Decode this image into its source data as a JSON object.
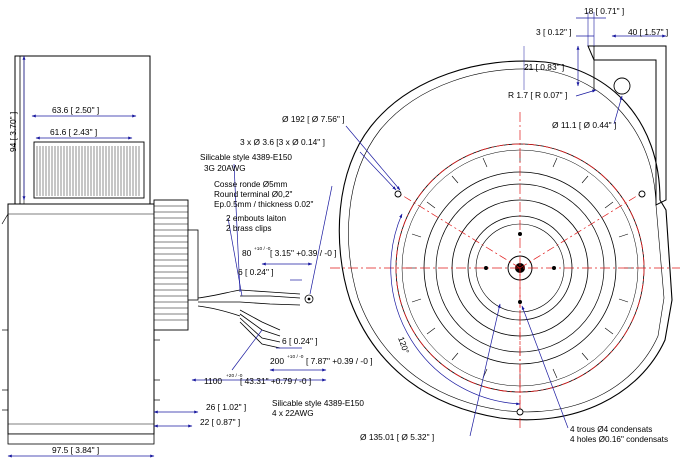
{
  "side_view": {
    "height": "94 [ 3.70\" ]",
    "width_outer": "63.6 [ 2.50\" ]",
    "width_inner": "61.6 [ 2.43\" ]",
    "total_width": "97.5 [ 3.84\" ]"
  },
  "cable": {
    "title": "Silicable style 4389-E150",
    "spec": "3G 20AWG",
    "terminal_fr": "Cosse ronde Ø5mm",
    "terminal_en": "Round terminal Ø0,2\"",
    "terminal_thickness": "Ep.0.5mm / thickness 0.02\"",
    "sleeves_fr": "2 embouts laiton",
    "sleeves_en": "2 brass clips",
    "strip_80": "80",
    "strip_80_tol": "+10 / -0",
    "strip_80_inch": "[ 3.15\" +0.39 / -0 ]",
    "strip_6": "6 [ 0.24\" ]",
    "strip_6_lower": "6 [ 0.24\" ]",
    "lead_200": "200",
    "lead_200_tol": "+10 / -0",
    "lead_200_inch": "[ 7.87\" +0.39 / -0 ]",
    "lead_1100": "1100",
    "lead_1100_tol": "+20 / -0",
    "lead_1100_inch": "[ 43.31\" +0.79 / -0 ]",
    "title2": "Silicable style 4389-E150",
    "spec2": "4 x 22AWG",
    "dim_26": "26 [ 1.02\" ]",
    "dim_22": "22 [ 0.87\" ]"
  },
  "front_view": {
    "dim_18": "18 [ 0.71\" ]",
    "dim_3": "3 [ 0.12\" ]",
    "dim_40": "40 [ 1.57\" ]",
    "dim_21": "21 [ 0.83\" ]",
    "radius": "R 1.7 [ R 0.07\" ]",
    "hole_dia": "Ø 11.1 [ Ø 0.44\" ]",
    "outer_dia": "Ø 192 [ Ø 7.56\" ]",
    "holes_3": "3 x Ø 3.6 [3 x Ø 0.14\" ]",
    "angle": "120°",
    "pcd": "Ø 135.01 [ Ø 5.32\" ]",
    "holes_4_fr": "4 trous Ø4 condensats",
    "holes_4_en": "4 holes Ø0.16\" condensats"
  }
}
